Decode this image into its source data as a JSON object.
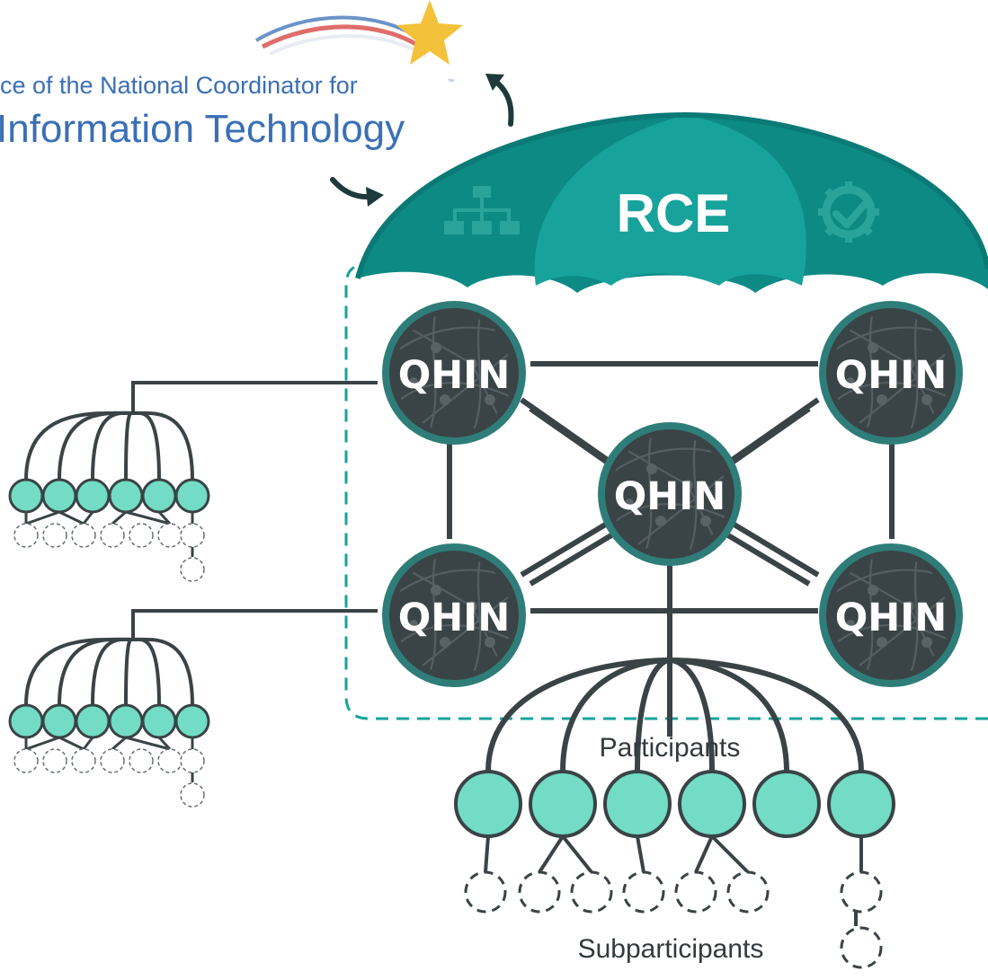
{
  "logo": {
    "line1": "ce of the National Coordinator for",
    "line2": "Information Technology",
    "trademark": "™"
  },
  "umbrella": {
    "label": "RCE",
    "left_icon": "org-chart-icon",
    "right_icon": "gear-check-icon"
  },
  "qhin": {
    "label": "QHIN"
  },
  "labels": {
    "participants": "Participants",
    "subparticipants": "Subparticipants"
  },
  "colors": {
    "teal_dark": "#0e8a85",
    "teal": "#17a39c",
    "teal_light": "#1fb5ac",
    "node_dark": "#3a4346",
    "node_ring": "#2f7d78",
    "participant_fill": "#72dcc5",
    "line": "#3a4346",
    "logo_blue": "#3a6fb6",
    "star": "#f4c23a"
  }
}
